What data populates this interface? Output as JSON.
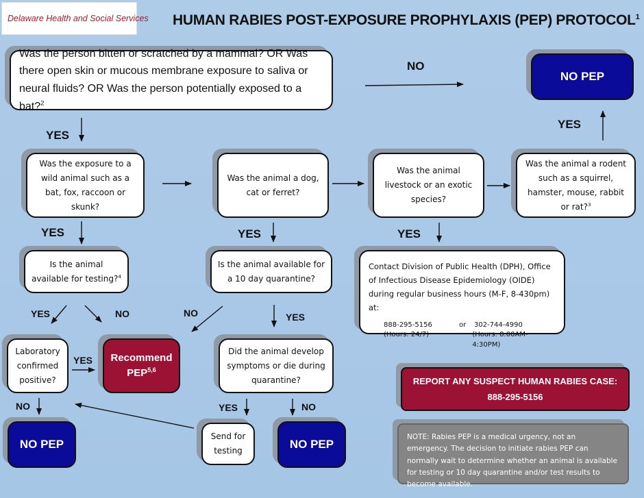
{
  "header": {
    "org_name": "Delaware Health and Social Services",
    "title": "HUMAN RABIES POST-EXPOSURE PROPHYLAXIS (PEP) PROTOCOL",
    "title_sup": "1"
  },
  "nodes": {
    "q_exposure": {
      "text": "Was the person bitten or scratched by a mammal? OR Was there open skin or mucous membrane exposure to  saliva or neural fluids? OR  Was the person potentially exposed to a bat?",
      "sup": "2"
    },
    "no_pep_top": {
      "text": "NO PEP"
    },
    "q_wild": {
      "text": "Was the exposure to a wild animal such as a bat, fox,  raccoon or skunk?"
    },
    "q_dog": {
      "text": "Was the animal a dog, cat or ferret?"
    },
    "q_livestock": {
      "text": "Was the animal livestock or an exotic species?"
    },
    "q_rodent": {
      "text": "Was the animal a rodent such as a squirrel, hamster, mouse, rabbit or rat?",
      "sup": "3"
    },
    "q_testing": {
      "text": "Is the animal available for testing?",
      "sup": "4"
    },
    "q_quarantine": {
      "text": "Is the animal available for a 10 day quarantine?"
    },
    "contact": {
      "text": "Contact Division of Public Health (DPH), Office of Infectious Disease Epidemiology (OIDE)  during regular business hours (M-F, 8-430pm) at:",
      "phone1": "888-295-5156",
      "or": "or",
      "phone2": "302-744-4990",
      "hours1": "(Hours: 24/7)",
      "hours2": "(Hours: 8:00AM-4:30PM)"
    },
    "q_lab": {
      "text": "Laboratory confirmed positive?"
    },
    "recommend": {
      "text": "Recommend PEP",
      "sup": "5,6"
    },
    "q_symptoms": {
      "text": "Did the animal develop symptoms or die during quarantine?"
    },
    "send_testing": {
      "text": "Send for testing"
    },
    "no_pep_left": {
      "text": "NO PEP"
    },
    "no_pep_mid": {
      "text": "NO PEP"
    },
    "report": {
      "line1": "REPORT ANY SUSPECT HUMAN RABIES CASE:",
      "line2": "888-295-5156"
    },
    "note": {
      "text": "NOTE: Rabies PEP is a medical urgency, not an emergency. The decision to initiate rabies PEP can normally wait to determine whether an animal is available for testing or 10 day quarantine and/or test results to become available."
    }
  },
  "labels": {
    "no_top": "NO",
    "yes_q1": "YES",
    "yes_rodent": "YES",
    "yes_wild": "YES",
    "yes_dog": "YES",
    "yes_livestock": "YES",
    "yes_testing": "YES",
    "no_testing": "NO",
    "no_quarantine": "NO",
    "yes_quarantine": "YES",
    "yes_lab": "YES",
    "no_lab": "NO",
    "yes_symptoms": "YES",
    "no_symptoms": "NO"
  },
  "colors": {
    "navy": "#0b0b9a",
    "maroon": "#9b1235",
    "note_gray": "#858585",
    "background": "#aecbe8"
  }
}
